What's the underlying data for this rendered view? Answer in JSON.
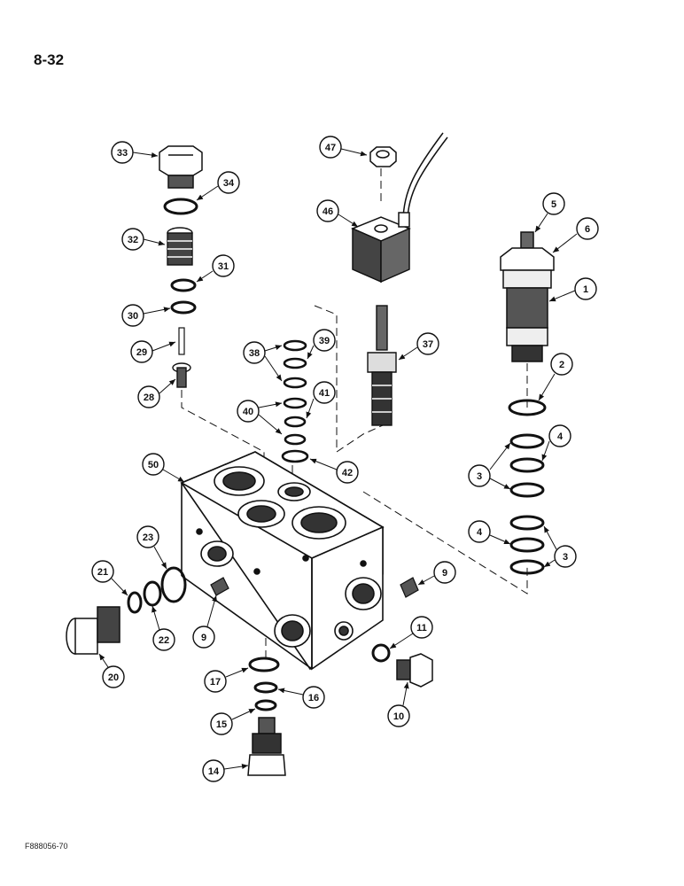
{
  "page_number": "8-32",
  "figure_code": "F888056-70",
  "callouts": [
    {
      "id": "c1",
      "label": "1"
    },
    {
      "id": "c2",
      "label": "2"
    },
    {
      "id": "c3a",
      "label": "3"
    },
    {
      "id": "c3b",
      "label": "3"
    },
    {
      "id": "c4a",
      "label": "4"
    },
    {
      "id": "c4b",
      "label": "4"
    },
    {
      "id": "c5",
      "label": "5"
    },
    {
      "id": "c6",
      "label": "6"
    },
    {
      "id": "c9a",
      "label": "9"
    },
    {
      "id": "c9b",
      "label": "9"
    },
    {
      "id": "c10",
      "label": "10"
    },
    {
      "id": "c11",
      "label": "11"
    },
    {
      "id": "c14",
      "label": "14"
    },
    {
      "id": "c15",
      "label": "15"
    },
    {
      "id": "c16",
      "label": "16"
    },
    {
      "id": "c17",
      "label": "17"
    },
    {
      "id": "c20",
      "label": "20"
    },
    {
      "id": "c21",
      "label": "21"
    },
    {
      "id": "c22",
      "label": "22"
    },
    {
      "id": "c23",
      "label": "23"
    },
    {
      "id": "c28",
      "label": "28"
    },
    {
      "id": "c29",
      "label": "29"
    },
    {
      "id": "c30",
      "label": "30"
    },
    {
      "id": "c31",
      "label": "31"
    },
    {
      "id": "c32",
      "label": "32"
    },
    {
      "id": "c33",
      "label": "33"
    },
    {
      "id": "c34",
      "label": "34"
    },
    {
      "id": "c37",
      "label": "37"
    },
    {
      "id": "c38",
      "label": "38"
    },
    {
      "id": "c39",
      "label": "39"
    },
    {
      "id": "c40",
      "label": "40"
    },
    {
      "id": "c41",
      "label": "41"
    },
    {
      "id": "c42",
      "label": "42"
    },
    {
      "id": "c46",
      "label": "46"
    },
    {
      "id": "c47",
      "label": "47"
    },
    {
      "id": "c50",
      "label": "50"
    }
  ]
}
